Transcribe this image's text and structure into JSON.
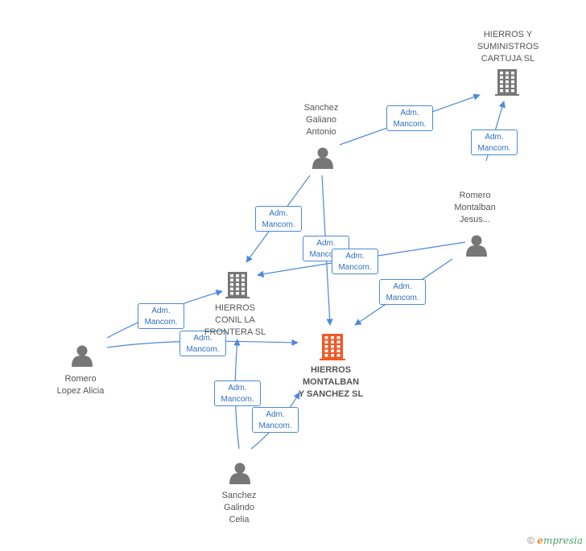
{
  "colors": {
    "edge": "#4a8ad8",
    "company": "#777777",
    "person": "#777777",
    "highlight": "#f05a28"
  },
  "nodes": [
    {
      "id": "hierros_suministros",
      "kind": "company",
      "label": "HIERROS Y\nSUMINISTROS\nCARTUJA SL"
    },
    {
      "id": "sanchez_galiano",
      "kind": "person",
      "label": "Sanchez\nGaliano\nAntonio"
    },
    {
      "id": "romero_montalban",
      "kind": "person",
      "label": "Romero\nMontalban\nJesus..."
    },
    {
      "id": "hierros_conil",
      "kind": "company",
      "label": "HIERROS\nCONIL LA\nFRONTERA SL"
    },
    {
      "id": "hierros_montalban",
      "kind": "company-main",
      "label": "HIERROS\nMONTALBAN\nY SANCHEZ SL"
    },
    {
      "id": "romero_lopez",
      "kind": "person",
      "label": "Romero\nLopez Alicia"
    },
    {
      "id": "sanchez_galindo",
      "kind": "person",
      "label": "Sanchez\nGalindo\nCelia"
    }
  ],
  "edges": [
    {
      "from": "sanchez_galiano",
      "to": "hierros_suministros",
      "line1": "Adm.",
      "line2": "Mancom."
    },
    {
      "from": "romero_montalban",
      "to": "hierros_suministros",
      "line1": "Adm.",
      "line2": "Mancom."
    },
    {
      "from": "sanchez_galiano",
      "to": "hierros_conil",
      "line1": "Adm.",
      "line2": "Mancom."
    },
    {
      "from": "sanchez_galiano",
      "to": "hierros_montalban",
      "line1": "Adm.",
      "line2": "Mancom."
    },
    {
      "from": "romero_montalban",
      "to": "hierros_conil",
      "line1": "Adm.",
      "line2": "Mancom."
    },
    {
      "from": "romero_montalban",
      "to": "hierros_montalban",
      "line1": "Adm.",
      "line2": "Mancom."
    },
    {
      "from": "romero_lopez",
      "to": "hierros_conil",
      "line1": "Adm.",
      "line2": "Mancom."
    },
    {
      "from": "romero_lopez",
      "to": "hierros_montalban",
      "line1": "Adm.",
      "line2": "Mancom."
    },
    {
      "from": "sanchez_galindo",
      "to": "hierros_conil",
      "line1": "Adm.",
      "line2": "Mancom."
    },
    {
      "from": "sanchez_galindo",
      "to": "hierros_montalban",
      "line1": "Adm.",
      "line2": "Mancom."
    }
  ],
  "footer": {
    "copyright": "©",
    "brand_e": "e",
    "brand_rest": "mpresia"
  }
}
